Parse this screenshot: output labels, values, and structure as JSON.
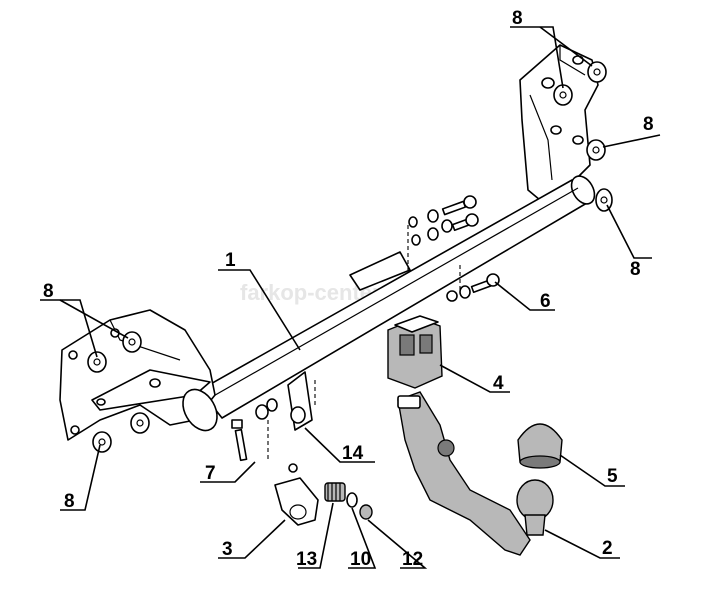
{
  "watermark": "farkop-center.ru",
  "callouts": [
    {
      "id": "1",
      "text": "1"
    },
    {
      "id": "2",
      "text": "2"
    },
    {
      "id": "3",
      "text": "3"
    },
    {
      "id": "4",
      "text": "4"
    },
    {
      "id": "5",
      "text": "5"
    },
    {
      "id": "6",
      "text": "6"
    },
    {
      "id": "7",
      "text": "7"
    },
    {
      "id": "8",
      "text": "8"
    },
    {
      "id": "10",
      "text": "10"
    },
    {
      "id": "12",
      "text": "12"
    },
    {
      "id": "13",
      "text": "13"
    },
    {
      "id": "14",
      "text": "14"
    }
  ]
}
